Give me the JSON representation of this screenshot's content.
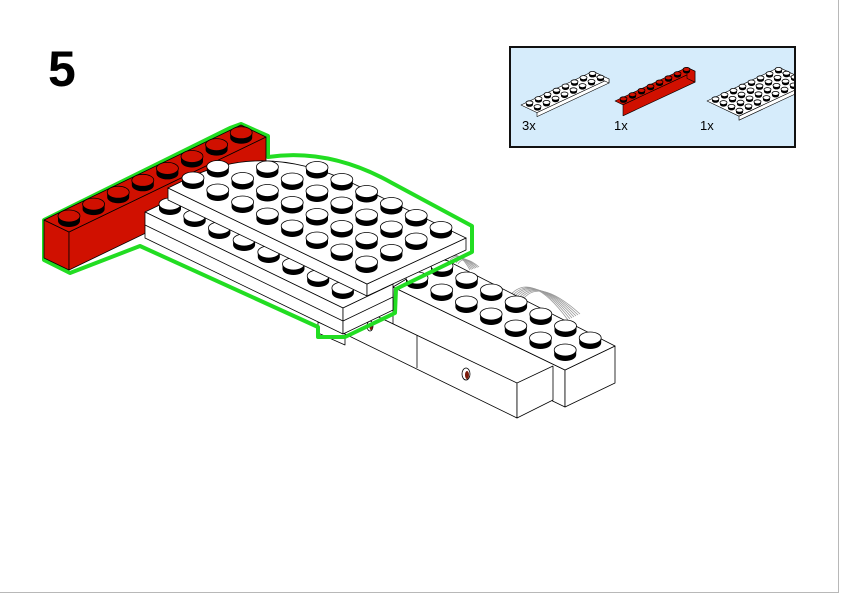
{
  "step": {
    "number": "5"
  },
  "parts_list": {
    "items": [
      {
        "quantity": "3x",
        "color": "#ffffff",
        "kind": "plate"
      },
      {
        "quantity": "1x",
        "color": "#d01000",
        "kind": "brick"
      },
      {
        "quantity": "1x",
        "color": "#ffffff",
        "kind": "round-corner-plate"
      }
    ],
    "background": "#d6ecfb"
  },
  "colors": {
    "red": "#d01000",
    "highlight": "#22dd22",
    "cable": "#9a9a9a"
  }
}
